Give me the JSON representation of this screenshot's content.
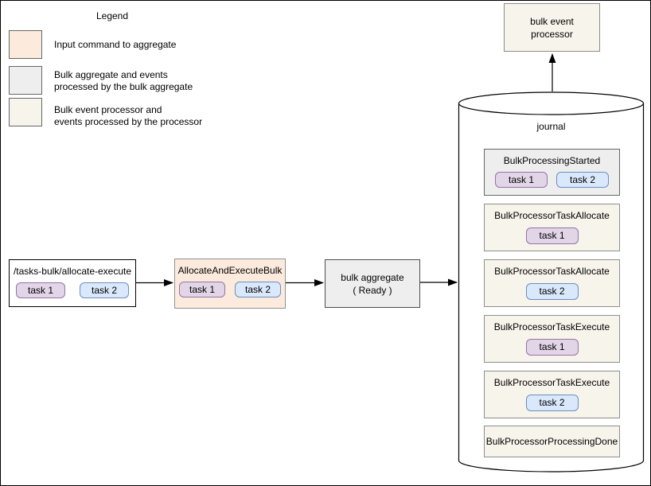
{
  "colors": {
    "input_command_fill": "#fcebdc",
    "aggregate_fill": "#eeeeee",
    "processor_fill": "#f7f4eb",
    "task1_fill": "#e1d5e7",
    "task1_border": "#9673a6",
    "task2_fill": "#dae8fc",
    "task2_border": "#6c8ebf",
    "line_color": "#000000"
  },
  "legend": {
    "title": "Legend",
    "items": [
      {
        "swatch": "input-command",
        "lines": [
          "Input command to aggregate"
        ]
      },
      {
        "swatch": "aggregate",
        "lines": [
          "Bulk aggregate and events",
          "processed by the bulk aggregate"
        ]
      },
      {
        "swatch": "processor",
        "lines": [
          "Bulk event processor and",
          "events processed by the processor"
        ]
      }
    ]
  },
  "flow": {
    "input_box": {
      "title": "/tasks-bulk/allocate-execute",
      "tasks": [
        {
          "label": "task 1",
          "color": "purple"
        },
        {
          "label": "task 2",
          "color": "blue"
        }
      ]
    },
    "command_box": {
      "title": "AllocateAndExecuteBulk",
      "tasks": [
        {
          "label": "task 1",
          "color": "purple"
        },
        {
          "label": "task 2",
          "color": "blue"
        }
      ]
    },
    "aggregate_box": {
      "line1": "bulk aggregate",
      "line2": "( Ready )"
    }
  },
  "processor_box": {
    "line1": "bulk event",
    "line2": "processor"
  },
  "journal": {
    "title": "journal",
    "events": [
      {
        "name": "BulkProcessingStarted",
        "style": "gray",
        "tasks": [
          {
            "label": "task 1",
            "color": "purple"
          },
          {
            "label": "task 2",
            "color": "blue"
          }
        ]
      },
      {
        "name": "BulkProcessorTaskAllocate",
        "style": "cream",
        "tasks": [
          {
            "label": "task 1",
            "color": "purple"
          }
        ]
      },
      {
        "name": "BulkProcessorTaskAllocate",
        "style": "cream",
        "tasks": [
          {
            "label": "task 2",
            "color": "blue"
          }
        ]
      },
      {
        "name": "BulkProcessorTaskExecute",
        "style": "cream",
        "tasks": [
          {
            "label": "task 1",
            "color": "purple"
          }
        ]
      },
      {
        "name": "BulkProcessorTaskExecute",
        "style": "cream",
        "tasks": [
          {
            "label": "task 2",
            "color": "blue"
          }
        ]
      },
      {
        "name": "BulkProcessorProcessingDone",
        "style": "cream",
        "tasks": []
      }
    ]
  }
}
